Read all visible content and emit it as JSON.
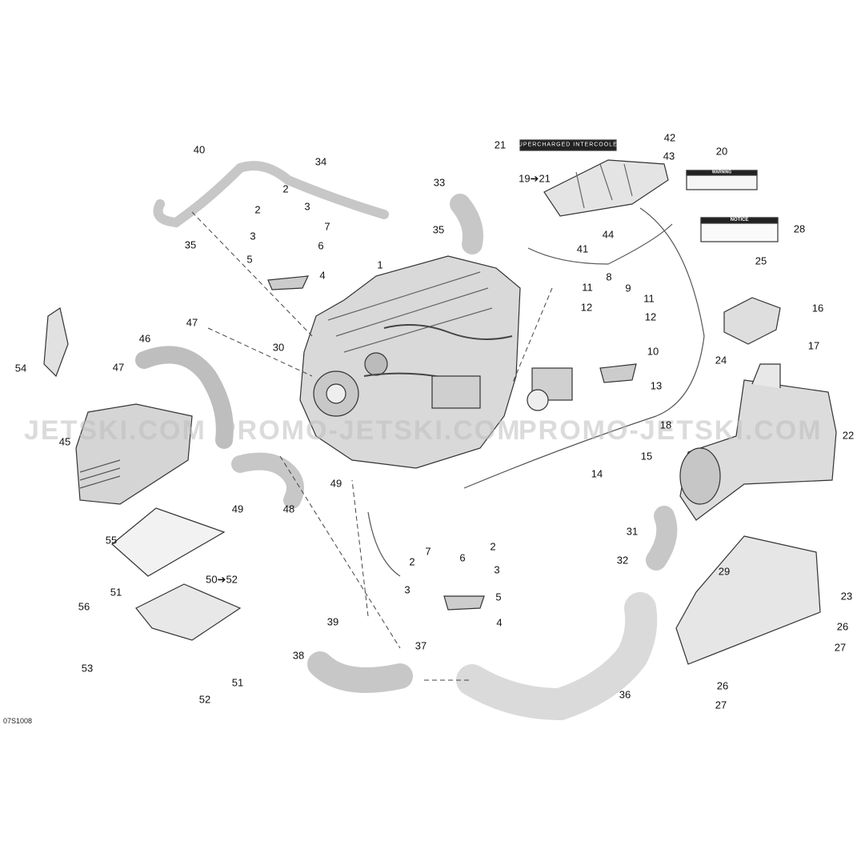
{
  "diagram_code": "07S1008",
  "watermark": {
    "left": "JETSKI.COM",
    "repeat": "PROMO-JETSKI.COM"
  },
  "decals": {
    "supercharged_badge": "SUPERCHARGED INTERCOOLED",
    "notice_title": "NOTICE",
    "warning_label": "WARNING"
  },
  "callouts": {
    "n1": "1",
    "n2a": "2",
    "n2b": "2",
    "n2c": "2",
    "n2d": "2",
    "n3a": "3",
    "n3b": "3",
    "n3c": "3",
    "n3d": "3",
    "n4a": "4",
    "n4b": "4",
    "n5a": "5",
    "n5b": "5",
    "n6a": "6",
    "n6b": "6",
    "n7a": "7",
    "n7b": "7",
    "n8": "8",
    "n9": "9",
    "n10": "10",
    "n11a": "11",
    "n11b": "11",
    "n12a": "12",
    "n12b": "12",
    "n13": "13",
    "n14": "14",
    "n15": "15",
    "n16": "16",
    "n17": "17",
    "n18": "18",
    "n19": "19➔21",
    "n20": "20",
    "n21": "21",
    "n22": "22",
    "n23": "23",
    "n24": "24",
    "n25": "25",
    "n26a": "26",
    "n26b": "26",
    "n27a": "27",
    "n27b": "27",
    "n28": "28",
    "n29": "29",
    "n30": "30",
    "n31": "31",
    "n32": "32",
    "n33": "33",
    "n34": "34",
    "n35a": "35",
    "n35b": "35",
    "n36": "36",
    "n37": "37",
    "n38": "38",
    "n39": "39",
    "n40": "40",
    "n41": "41",
    "n42": "42",
    "n43": "43",
    "n44": "44",
    "n45": "45",
    "n46": "46",
    "n47a": "47",
    "n47b": "47",
    "n48": "48",
    "n49a": "49",
    "n49b": "49",
    "n50": "50➔52",
    "n51a": "51",
    "n51b": "51",
    "n52": "52",
    "n53": "53",
    "n54": "54",
    "n55": "55",
    "n56": "56"
  }
}
